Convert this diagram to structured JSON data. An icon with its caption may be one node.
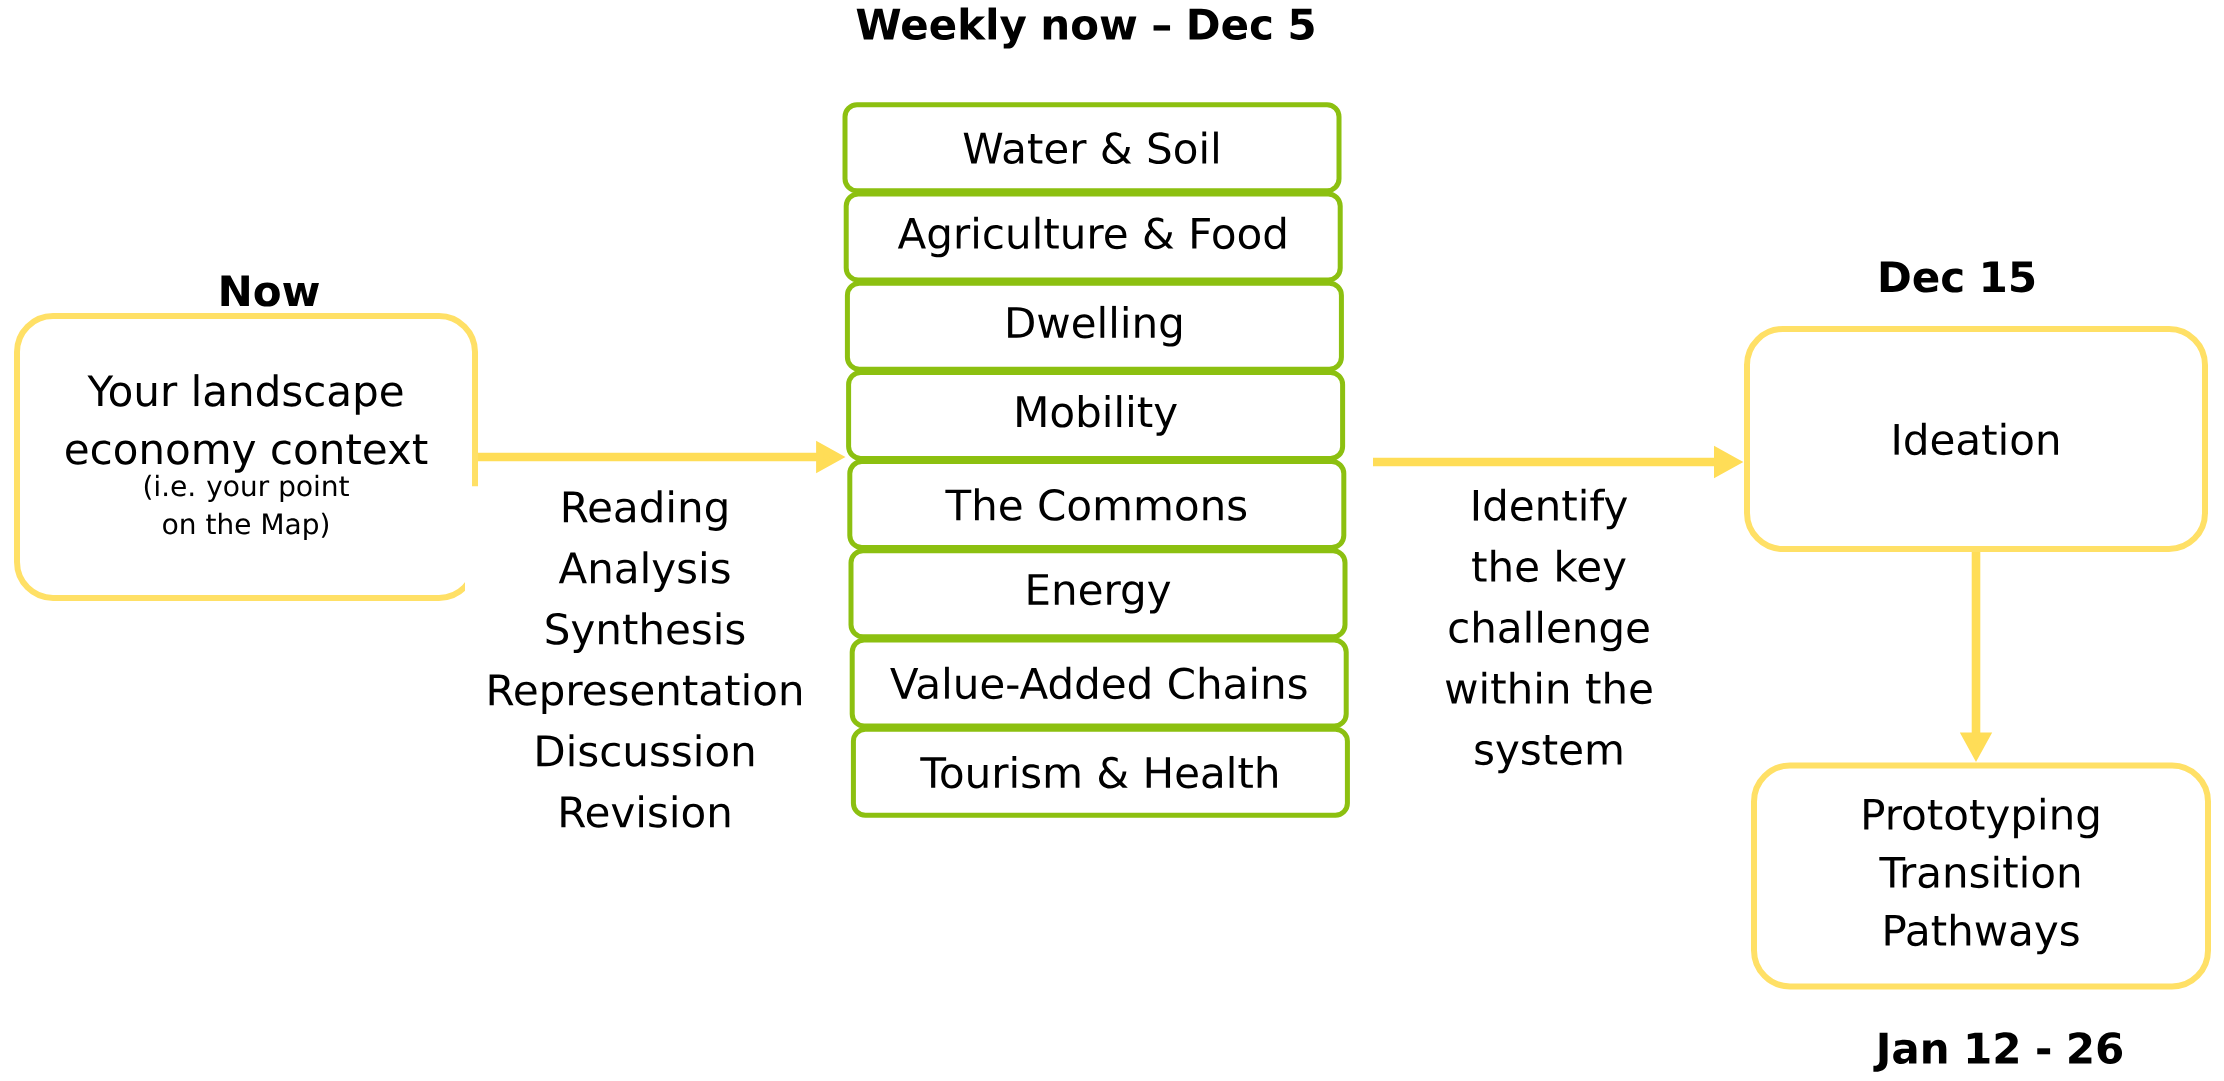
{
  "diagram": {
    "title": "Weekly now – Dec 5",
    "nodes": [
      {
        "text": [
          "Your landscape economy context",
          "(i.e. your point on the Map)"
        ],
        "beside": [
          "Now"
        ]
      },
      {
        "text": [
          "Water & Soil"
        ]
      },
      {
        "text": [
          "Agriculture & Food"
        ]
      },
      {
        "text": [
          "Dwelling"
        ]
      },
      {
        "text": [
          "Mobility"
        ]
      },
      {
        "text": [
          "The Commons"
        ]
      },
      {
        "text": [
          "Energy"
        ]
      },
      {
        "text": [
          "Value-Added Chains"
        ]
      },
      {
        "text": [
          "Tourism & Health"
        ]
      },
      {
        "text": [
          "Ideation"
        ],
        "beside": [
          "Dec 15"
        ]
      },
      {
        "text": [
          "Prototyping Transition Pathways"
        ],
        "beside": [
          "Jan 12 - 26"
        ]
      }
    ],
    "edges": [
      {
        "from": 0,
        "to": 4,
        "arrow": "to",
        "label": "Reading Analysis Synthesis Representation Discussion Revision"
      },
      {
        "from": null,
        "to": 9,
        "arrow": "to",
        "label": "Identify the key challenge within the system"
      },
      {
        "from": 9,
        "to": 10,
        "arrow": "to"
      }
    ]
  }
}
